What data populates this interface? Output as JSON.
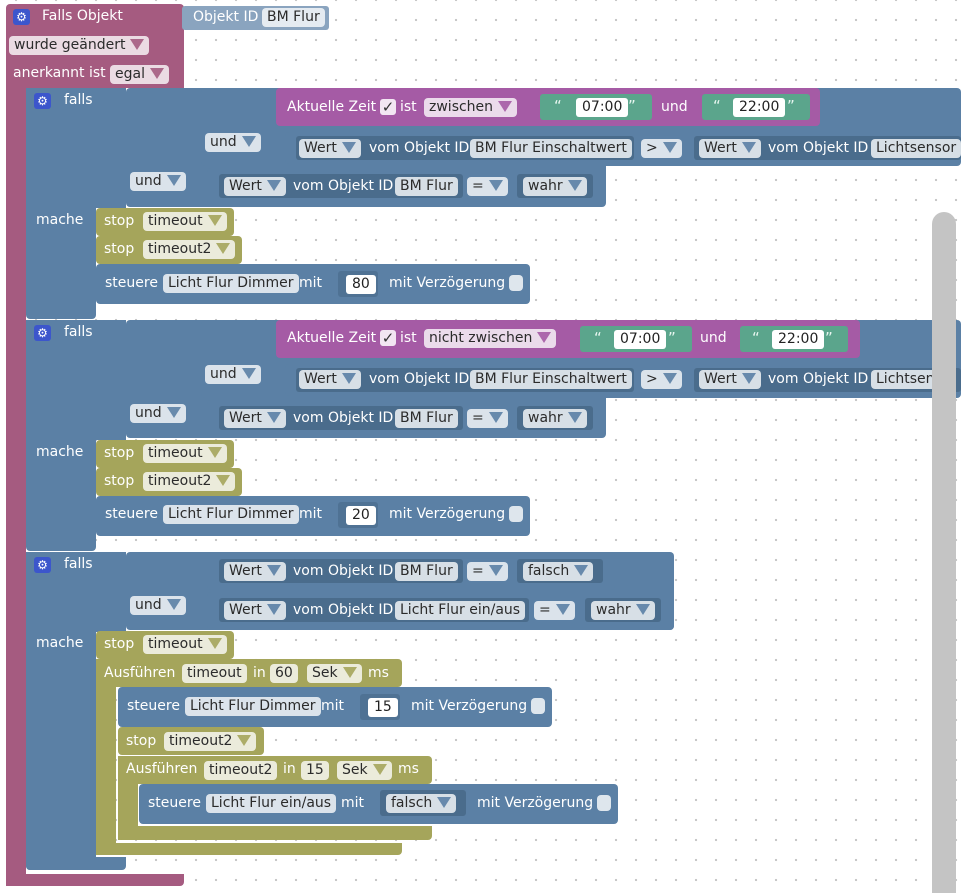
{
  "event": {
    "title": "Falls Objekt",
    "obj_label": "Objekt ID",
    "obj_value": "BM Flur",
    "mode": "wurde geändert",
    "ack_label": "anerkannt ist",
    "ack_value": "egal"
  },
  "common": {
    "if_label": "falls",
    "do_label": "mache",
    "and_label": "und",
    "time_label": "Aktuelle Zeit",
    "ist": "ist",
    "und_text": "und",
    "wert": "Wert",
    "vom_objekt": "vom Objekt ID",
    "stop": "stop",
    "steuere": "steuere",
    "mit": "mit",
    "verzoegerung": "mit Verzögerung",
    "ausfuehren": "Ausführen",
    "in": "in",
    "ms": "ms",
    "check": "✓",
    "quote_open": "“",
    "quote_close": "”"
  },
  "if1": {
    "time_op": "zwischen",
    "t1": "07:00",
    "t2": "22:00",
    "cmp_obj1": "BM Flur Einschaltwert",
    "cmp_op": ">",
    "cmp_obj2": "Lichtsensor",
    "eq_obj": "BM Flur",
    "eq_op": "=",
    "eq_val": "wahr",
    "stop1": "timeout",
    "stop2": "timeout2",
    "set_obj": "Licht Flur Dimmer",
    "set_val": "80"
  },
  "if2": {
    "time_op": "nicht zwischen",
    "t1": "07:00",
    "t2": "22:00",
    "cmp_obj1": "BM Flur Einschaltwert",
    "cmp_op": ">",
    "cmp_obj2": "Lichtsen",
    "eq_obj": "BM Flur",
    "eq_op": "=",
    "eq_val": "wahr",
    "stop1": "timeout",
    "stop2": "timeout2",
    "set_obj": "Licht Flur Dimmer",
    "set_val": "20"
  },
  "if3": {
    "c1_obj": "BM Flur",
    "c1_op": "=",
    "c1_val": "falsch",
    "c2_obj": "Licht Flur ein/aus",
    "c2_op": "=",
    "c2_val": "wahr",
    "stop1": "timeout",
    "timer1_name": "timeout",
    "timer1_value": "60",
    "timer1_unit": "Sek",
    "set1_obj": "Licht Flur Dimmer",
    "set1_val": "15",
    "stop2": "timeout2",
    "timer2_name": "timeout2",
    "timer2_value": "15",
    "timer2_unit": "Sek",
    "set2_obj": "Licht Flur ein/aus",
    "set2_val": "falsch"
  },
  "colors": {
    "event_block": "#a55b80",
    "logic_block": "#5b80a5",
    "time_block": "#a55ba5",
    "timer_block": "#a5a55b",
    "text_block": "#5ba58c"
  },
  "icons": {
    "gear": "gear-icon",
    "dropdown": "dropdown-arrow-icon",
    "checkbox": "checkmark-icon"
  }
}
